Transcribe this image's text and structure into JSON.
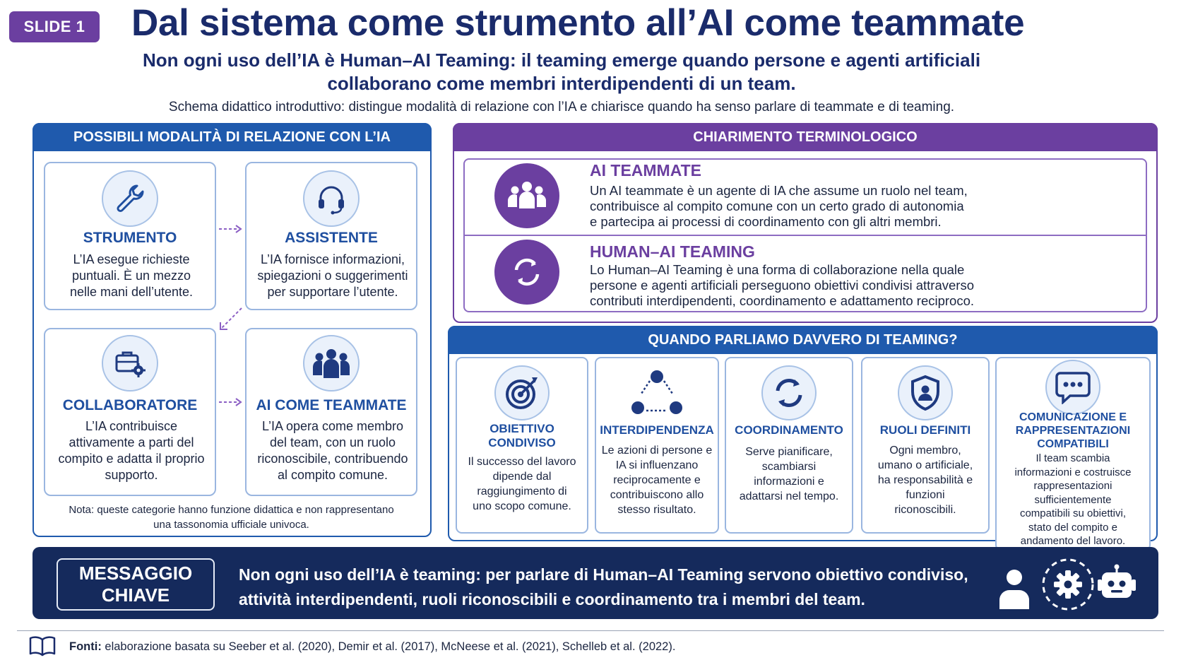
{
  "header": {
    "badge": "SLIDE 1",
    "title": "Dal sistema come strumento all’AI come teammate",
    "subtitle_line1": "Non ogni uso dell’IA è Human–AI Teaming: il teaming emerge quando persone e agenti artificiali",
    "subtitle_line2": "collaborano come membri interdipendenti di un team.",
    "description": "Schema didattico introduttivo: distingue modalità di relazione con l’IA  e chiarisce quando ha senso parlare di teammate e di teaming."
  },
  "modes": {
    "heading": "POSSIBILI MODALITÀ DI RELAZIONE CON L’IA",
    "items": [
      {
        "icon": "wrench-icon",
        "title": "STRUMENTO",
        "lines": [
          "L’IA esegue richieste",
          "puntuali. È un mezzo",
          "nelle mani dell’utente."
        ]
      },
      {
        "icon": "headset-icon",
        "title": "ASSISTENTE",
        "lines": [
          "L’IA fornisce informazioni,",
          "spiegazioni o suggerimenti",
          "per supportare l’utente."
        ]
      },
      {
        "icon": "briefcase-gear-icon",
        "title": "COLLABORATORE",
        "lines": [
          "L’IA contribuisce",
          "attivamente a parti del",
          "compito e adatta il proprio",
          "supporto."
        ]
      },
      {
        "icon": "team-people-icon",
        "title": "AI COME TEAMMATE",
        "lines": [
          "L’IA opera come membro",
          "del team, con un ruolo",
          "riconoscibile, contribuendo",
          "al compito comune."
        ]
      }
    ],
    "note_line1": "Nota: queste categorie hanno funzione didattica e non rappresentano",
    "note_line2": "una tassonomia ufficiale univoca."
  },
  "terms": {
    "heading": "CHIARIMENTO TERMINOLOGICO",
    "items": [
      {
        "icon": "group-icon",
        "title": "AI TEAMMATE",
        "lines": [
          "Un AI teammate è un agente di IA che assume un ruolo nel team,",
          "contribuisce al compito comune con un certo grado di autonomia",
          "e partecipa ai processi di coordinamento con gli altri membri."
        ]
      },
      {
        "icon": "cycle-arrows-icon",
        "title": "HUMAN–AI TEAMING",
        "lines": [
          "Lo Human–AI Teaming è una forma di collaborazione nella quale",
          "persone e agenti artificiali perseguono obiettivi condivisi attraverso",
          "contributi interdipendenti, coordinamento e adattamento reciproco."
        ]
      }
    ]
  },
  "teaming": {
    "heading": "QUANDO PARLIAMO DAVVERO DI TEAMING?",
    "items": [
      {
        "icon": "target-icon",
        "title_lines": [
          "OBIETTIVO",
          "CONDIVISO"
        ],
        "lines": [
          "Il successo del lavoro",
          "dipende dal",
          "raggiungimento di",
          "uno scopo comune."
        ]
      },
      {
        "icon": "network-nodes-icon",
        "title_lines": [
          "INTERDIPENDENZA"
        ],
        "lines": [
          "Le azioni di persone e",
          "IA si influenzano",
          "reciprocamente e",
          "contribuiscono allo",
          "stesso risultato."
        ]
      },
      {
        "icon": "sync-icon",
        "title_lines": [
          "COORDINAMENTO"
        ],
        "lines": [
          "Serve pianificare,",
          "scambiarsi",
          "informazioni e",
          "adattarsi nel tempo."
        ]
      },
      {
        "icon": "shield-user-icon",
        "title_lines": [
          "RUOLI DEFINITI"
        ],
        "lines": [
          "Ogni membro,",
          "umano o artificiale,",
          "ha responsabilità e",
          "funzioni",
          "riconoscibili."
        ]
      },
      {
        "icon": "chat-bubble-icon",
        "title_lines": [
          "COMUNICAZIONE E",
          "RAPPRESENTAZIONI",
          "COMPATIBILI"
        ],
        "lines": [
          "Il team scambia",
          "informazioni e costruisce",
          "rappresentazioni",
          "sufficientemente",
          "compatibili su obiettivi,",
          "stato del compito e",
          "andamento del lavoro."
        ]
      }
    ]
  },
  "key_message": {
    "label_line1": "MESSAGGIO",
    "label_line2": "CHIAVE",
    "text_line1": "Non ogni uso dell’IA è teaming:  per parlare di Human–AI Teaming servono obiettivo condiviso,",
    "text_line2": "attività interdipendenti, ruoli riconoscibili e coordinamento tra i membri del team.",
    "icons": [
      "person-icon",
      "gear-cycle-icon",
      "robot-icon"
    ]
  },
  "footer": {
    "sources_label": "Fonti:",
    "sources_text": " elaborazione basata su Seeber et al. (2020), Demir et al. (2017), McNeese et al. (2021), Schelleb et al. (2022)."
  },
  "colors": {
    "navy": "#1a2b6b",
    "blue": "#1f5aad",
    "purple": "#6b3fa0",
    "dark_bar": "#152a5c"
  }
}
